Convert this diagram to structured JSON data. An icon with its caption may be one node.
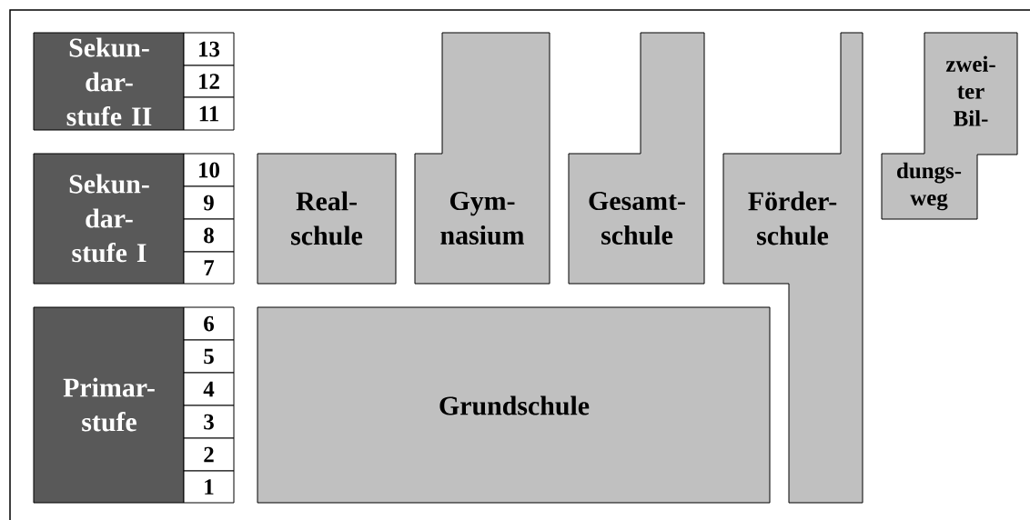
{
  "diagram": {
    "nodes": [
      {
        "text": [
          "Sekun- dar- stufe II"
        ]
      },
      {
        "text": [
          "13"
        ]
      },
      {
        "text": [
          "12"
        ]
      },
      {
        "text": [
          "11"
        ]
      },
      {
        "text": [
          "Sekun- dar- stufe I"
        ]
      },
      {
        "text": [
          "10"
        ]
      },
      {
        "text": [
          "9"
        ]
      },
      {
        "text": [
          "8"
        ]
      },
      {
        "text": [
          "7"
        ]
      },
      {
        "text": [
          "Primar- stufe"
        ]
      },
      {
        "text": [
          "6"
        ]
      },
      {
        "text": [
          "5"
        ]
      },
      {
        "text": [
          "4"
        ]
      },
      {
        "text": [
          "3"
        ]
      },
      {
        "text": [
          "2"
        ]
      },
      {
        "text": [
          "1"
        ]
      },
      {
        "text": [
          "Real- schule"
        ]
      },
      {
        "text": [
          "Gym- nasium"
        ]
      },
      {
        "text": [
          "Gesamt- schule"
        ]
      },
      {
        "text": [
          "Förder- schule"
        ]
      },
      {
        "text": [
          "zwei- ter Bil-",
          "dungs- weg"
        ]
      },
      {
        "text": [
          "Grundschule"
        ]
      }
    ]
  }
}
